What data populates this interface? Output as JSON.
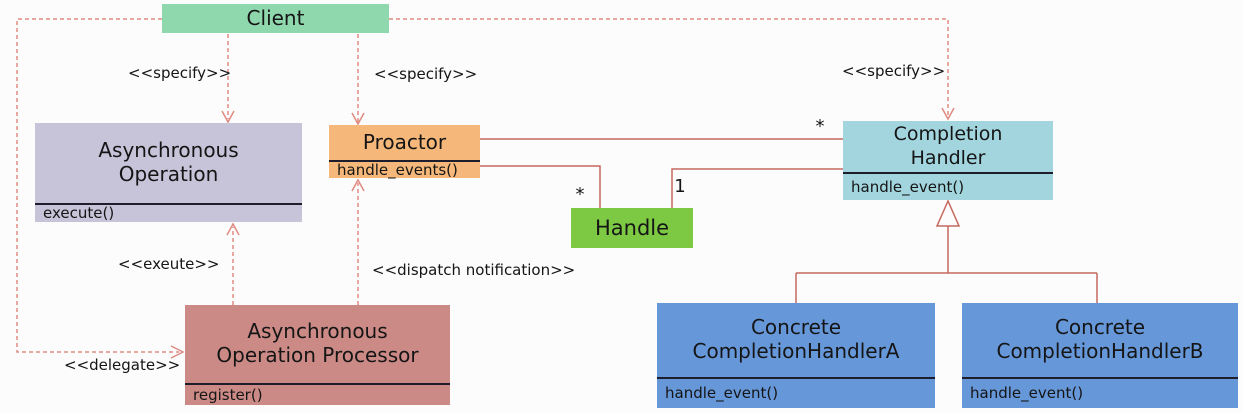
{
  "classes": {
    "client": {
      "name": "Client"
    },
    "async_operation": {
      "name1": "Asynchronous",
      "name2": "Operation",
      "method": "execute()"
    },
    "proactor": {
      "name1": "Proactor",
      "method": "handle_events()"
    },
    "handle": {
      "name": "Handle"
    },
    "completion_handler": {
      "name1": "Completion",
      "name2": "Handler",
      "method": "handle_event()"
    },
    "async_operation_processor": {
      "name1": "Asynchronous",
      "name2": "Operation Processor",
      "method": "register()"
    },
    "concrete_completion_handler_a": {
      "name1": "Concrete",
      "name2": "CompletionHandlerA",
      "method": "handle_event()"
    },
    "concrete_completion_handler_b": {
      "name1": "Concrete",
      "name2": "CompletionHandlerB",
      "method": "handle_event()"
    }
  },
  "labels": {
    "specify_left": "<<specify>>",
    "specify_mid": "<<specify>>",
    "specify_right": "<<specify>>",
    "execute": "<<exeute>>",
    "delegate": "<<delegate>>",
    "dispatch": "<<dispatch notification>>"
  },
  "multiplicities": {
    "proactor_to_completion_handler": "*",
    "proactor_to_handle": "*",
    "handle_to_completion_handler": "1"
  },
  "colors": {
    "client": "#8fd8ae",
    "async_operation": "#c7c3d9",
    "proactor": "#f6b87a",
    "handle": "#7dc944",
    "completion_handler": "#a2d5de",
    "async_operation_processor": "#cb8a85",
    "concrete_handler": "#6697d8",
    "solid_line": "#c4685e",
    "dashed_line": "#df8b82",
    "divider": "#1d1d2b"
  }
}
